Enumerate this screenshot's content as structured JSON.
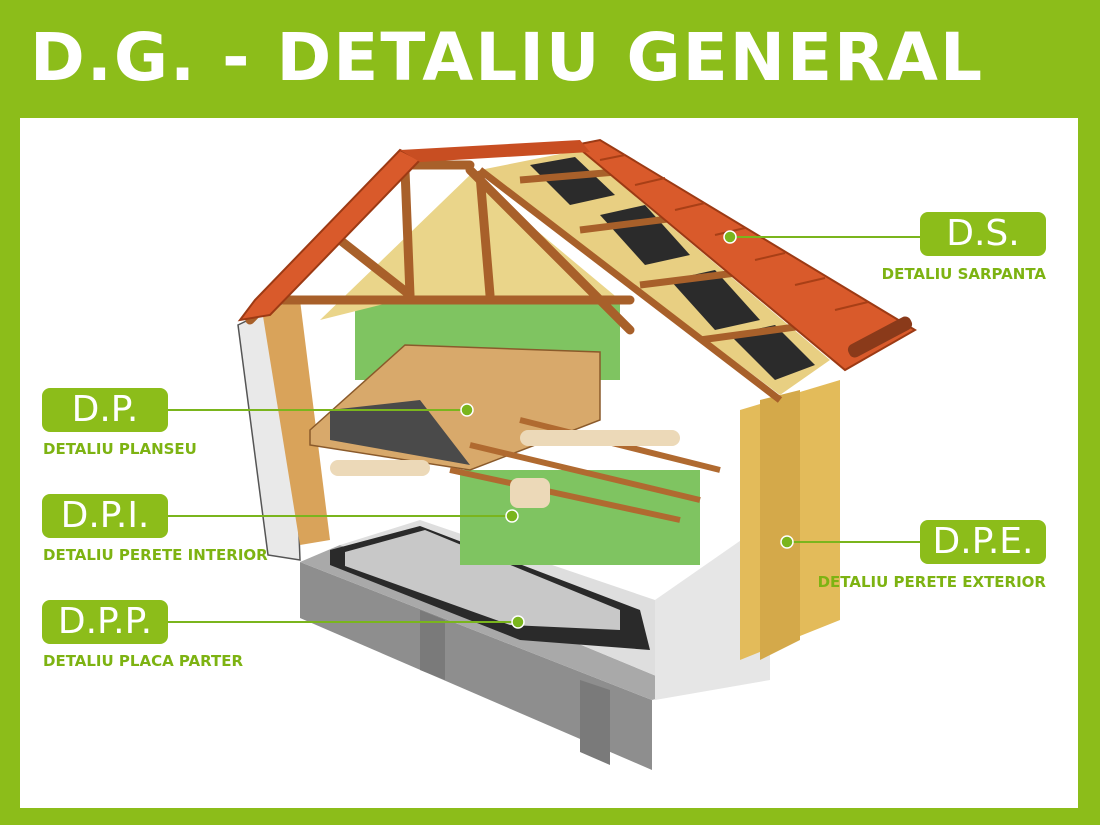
{
  "title": "D.G. - DETALIU GENERAL",
  "colors": {
    "brand_green": "#8cbd1a",
    "caption_green": "#7db312",
    "marker_green": "#7ab51d"
  },
  "details": [
    {
      "id": "ds",
      "code": "D.S.",
      "label": "DETALIU SARPANTA"
    },
    {
      "id": "dp",
      "code": "D.P.",
      "label": "DETALIU PLANSEU"
    },
    {
      "id": "dpi",
      "code": "D.P.I.",
      "label": "DETALIU PERETE INTERIOR"
    },
    {
      "id": "dpe",
      "code": "D.P.E.",
      "label": "DETALIU PERETE EXTERIOR"
    },
    {
      "id": "dpp",
      "code": "D.P.P.",
      "label": "DETALIU PLACA PARTER"
    }
  ]
}
